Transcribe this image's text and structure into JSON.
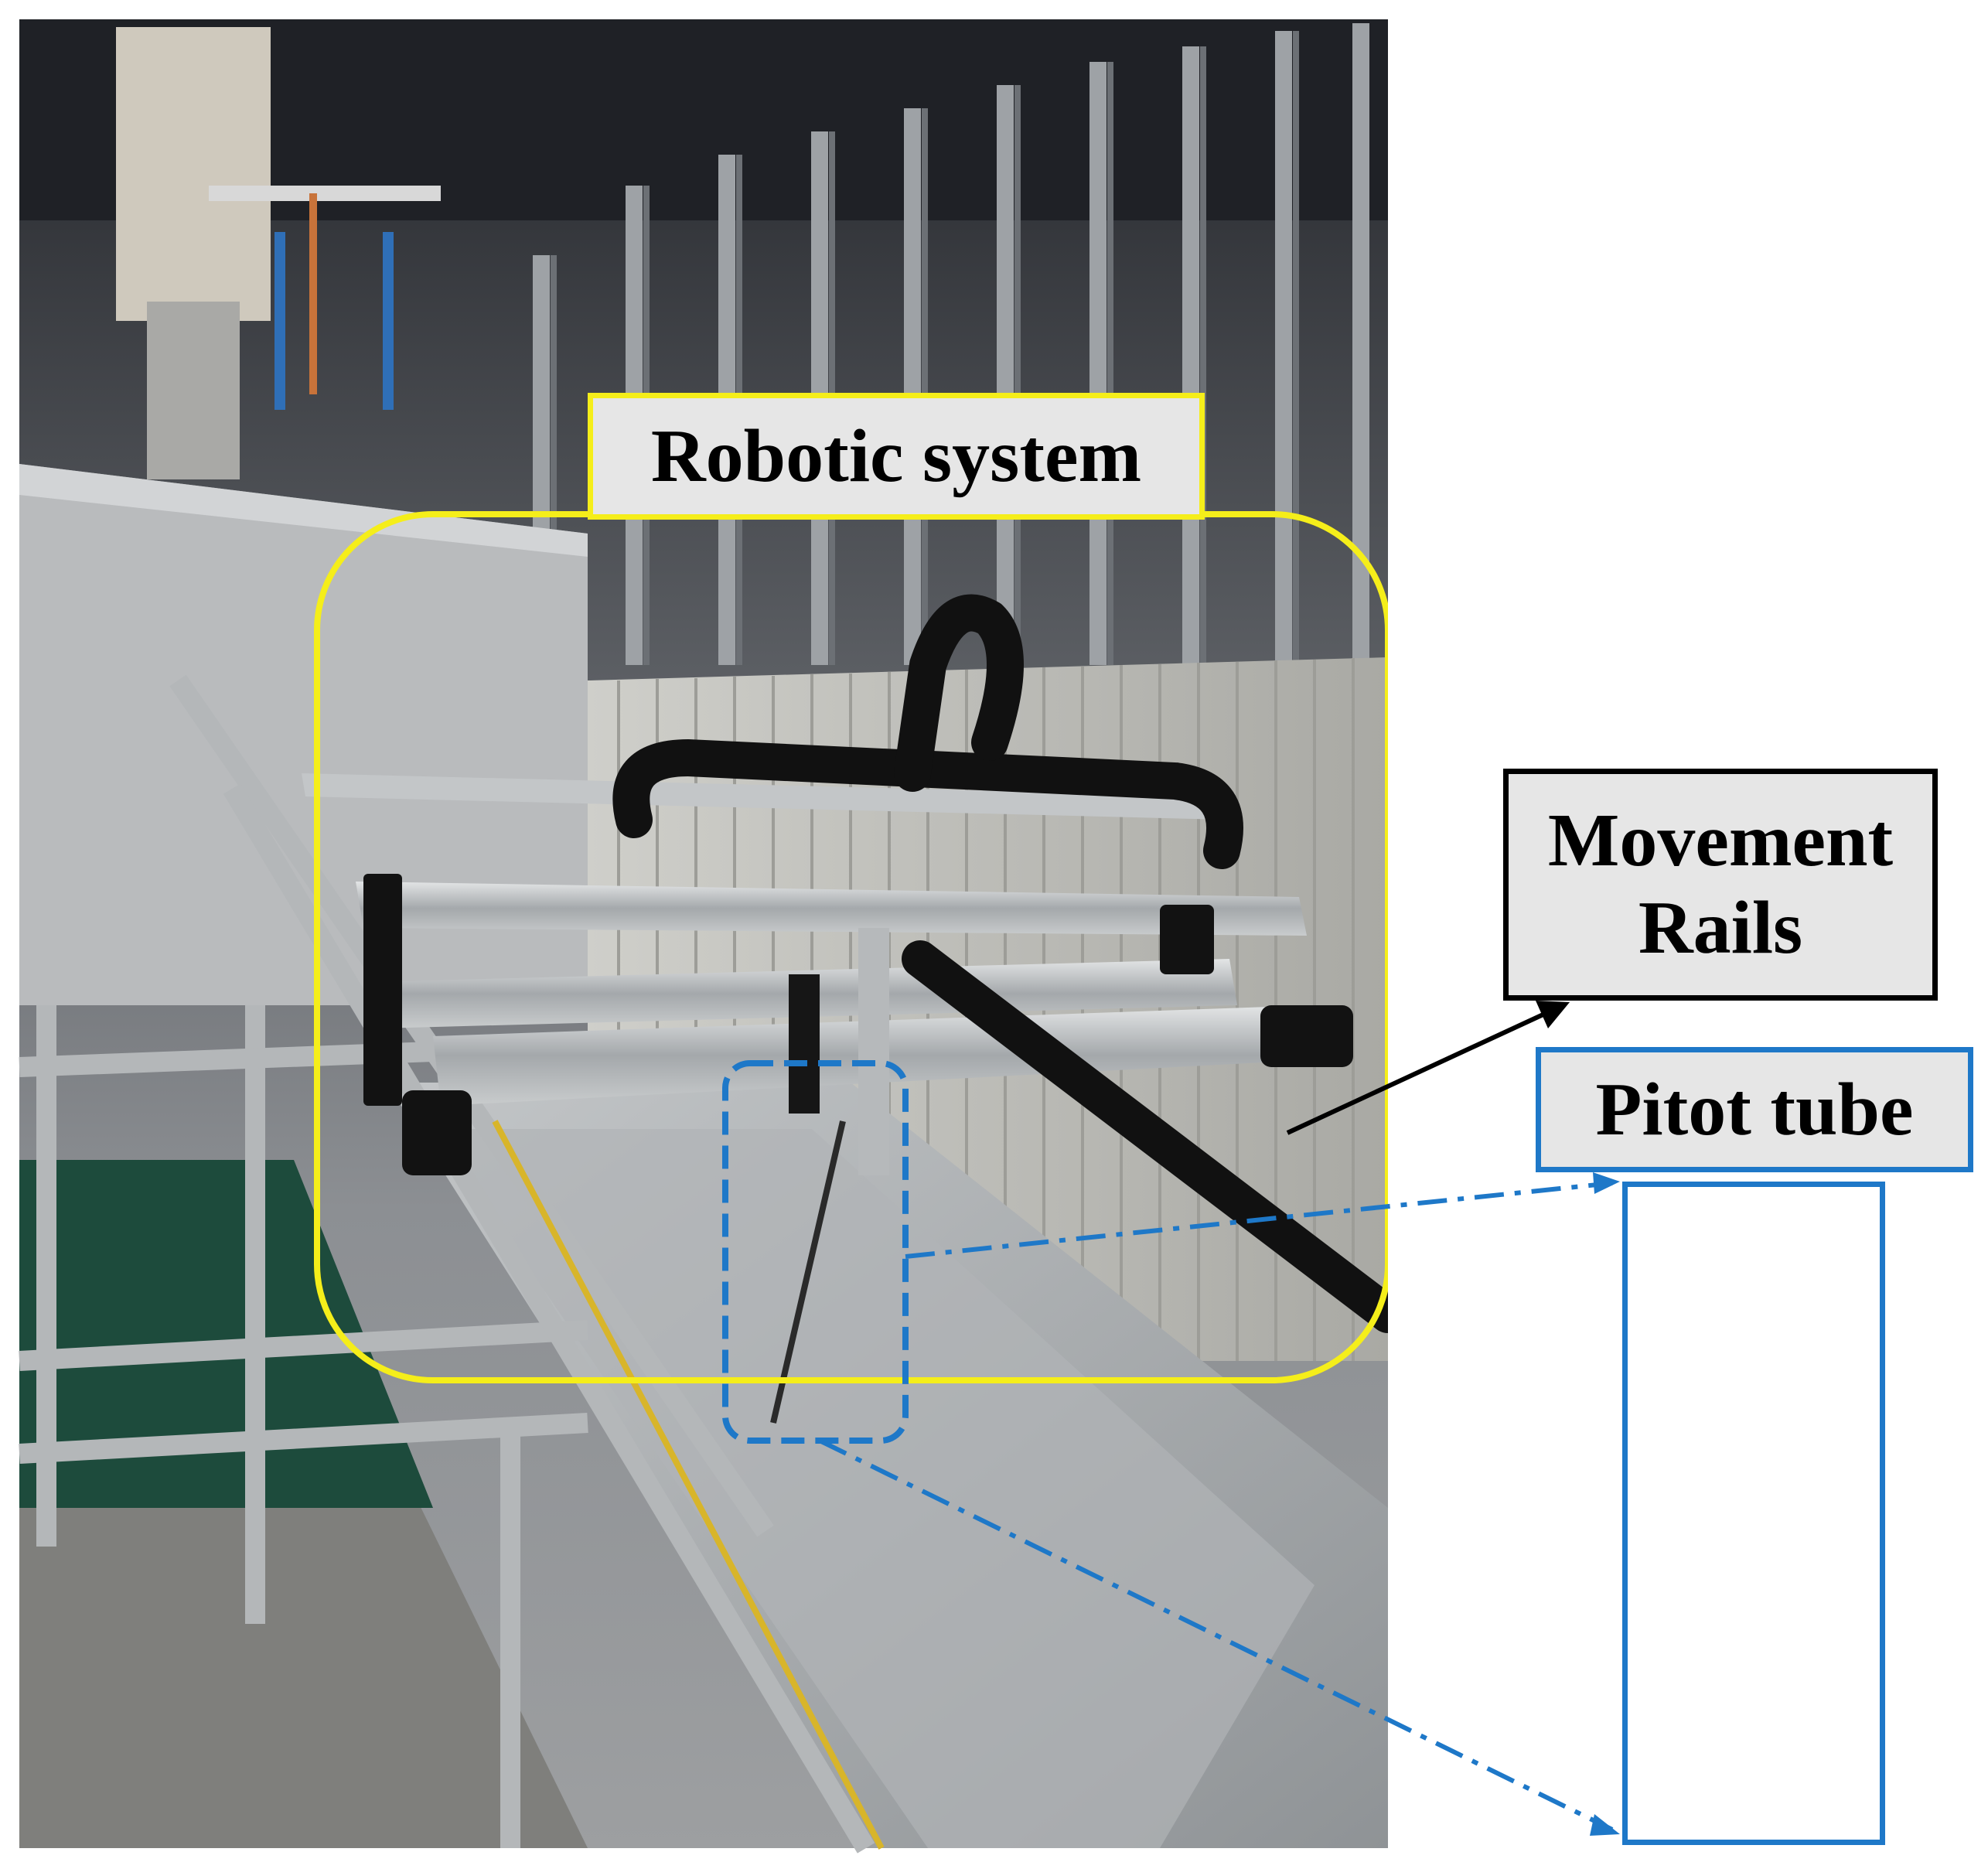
{
  "labels": {
    "robotic_system": "Robotic system",
    "movement_rails_line1": "Movement",
    "movement_rails_line2": "Rails",
    "pitot_tube": "Pitot tube"
  },
  "colors": {
    "robotic_highlight": "#f5ee1a",
    "pitot_highlight": "#1e78c8",
    "rails_arrow": "#000000",
    "label_fill": "#e6e6e6"
  }
}
